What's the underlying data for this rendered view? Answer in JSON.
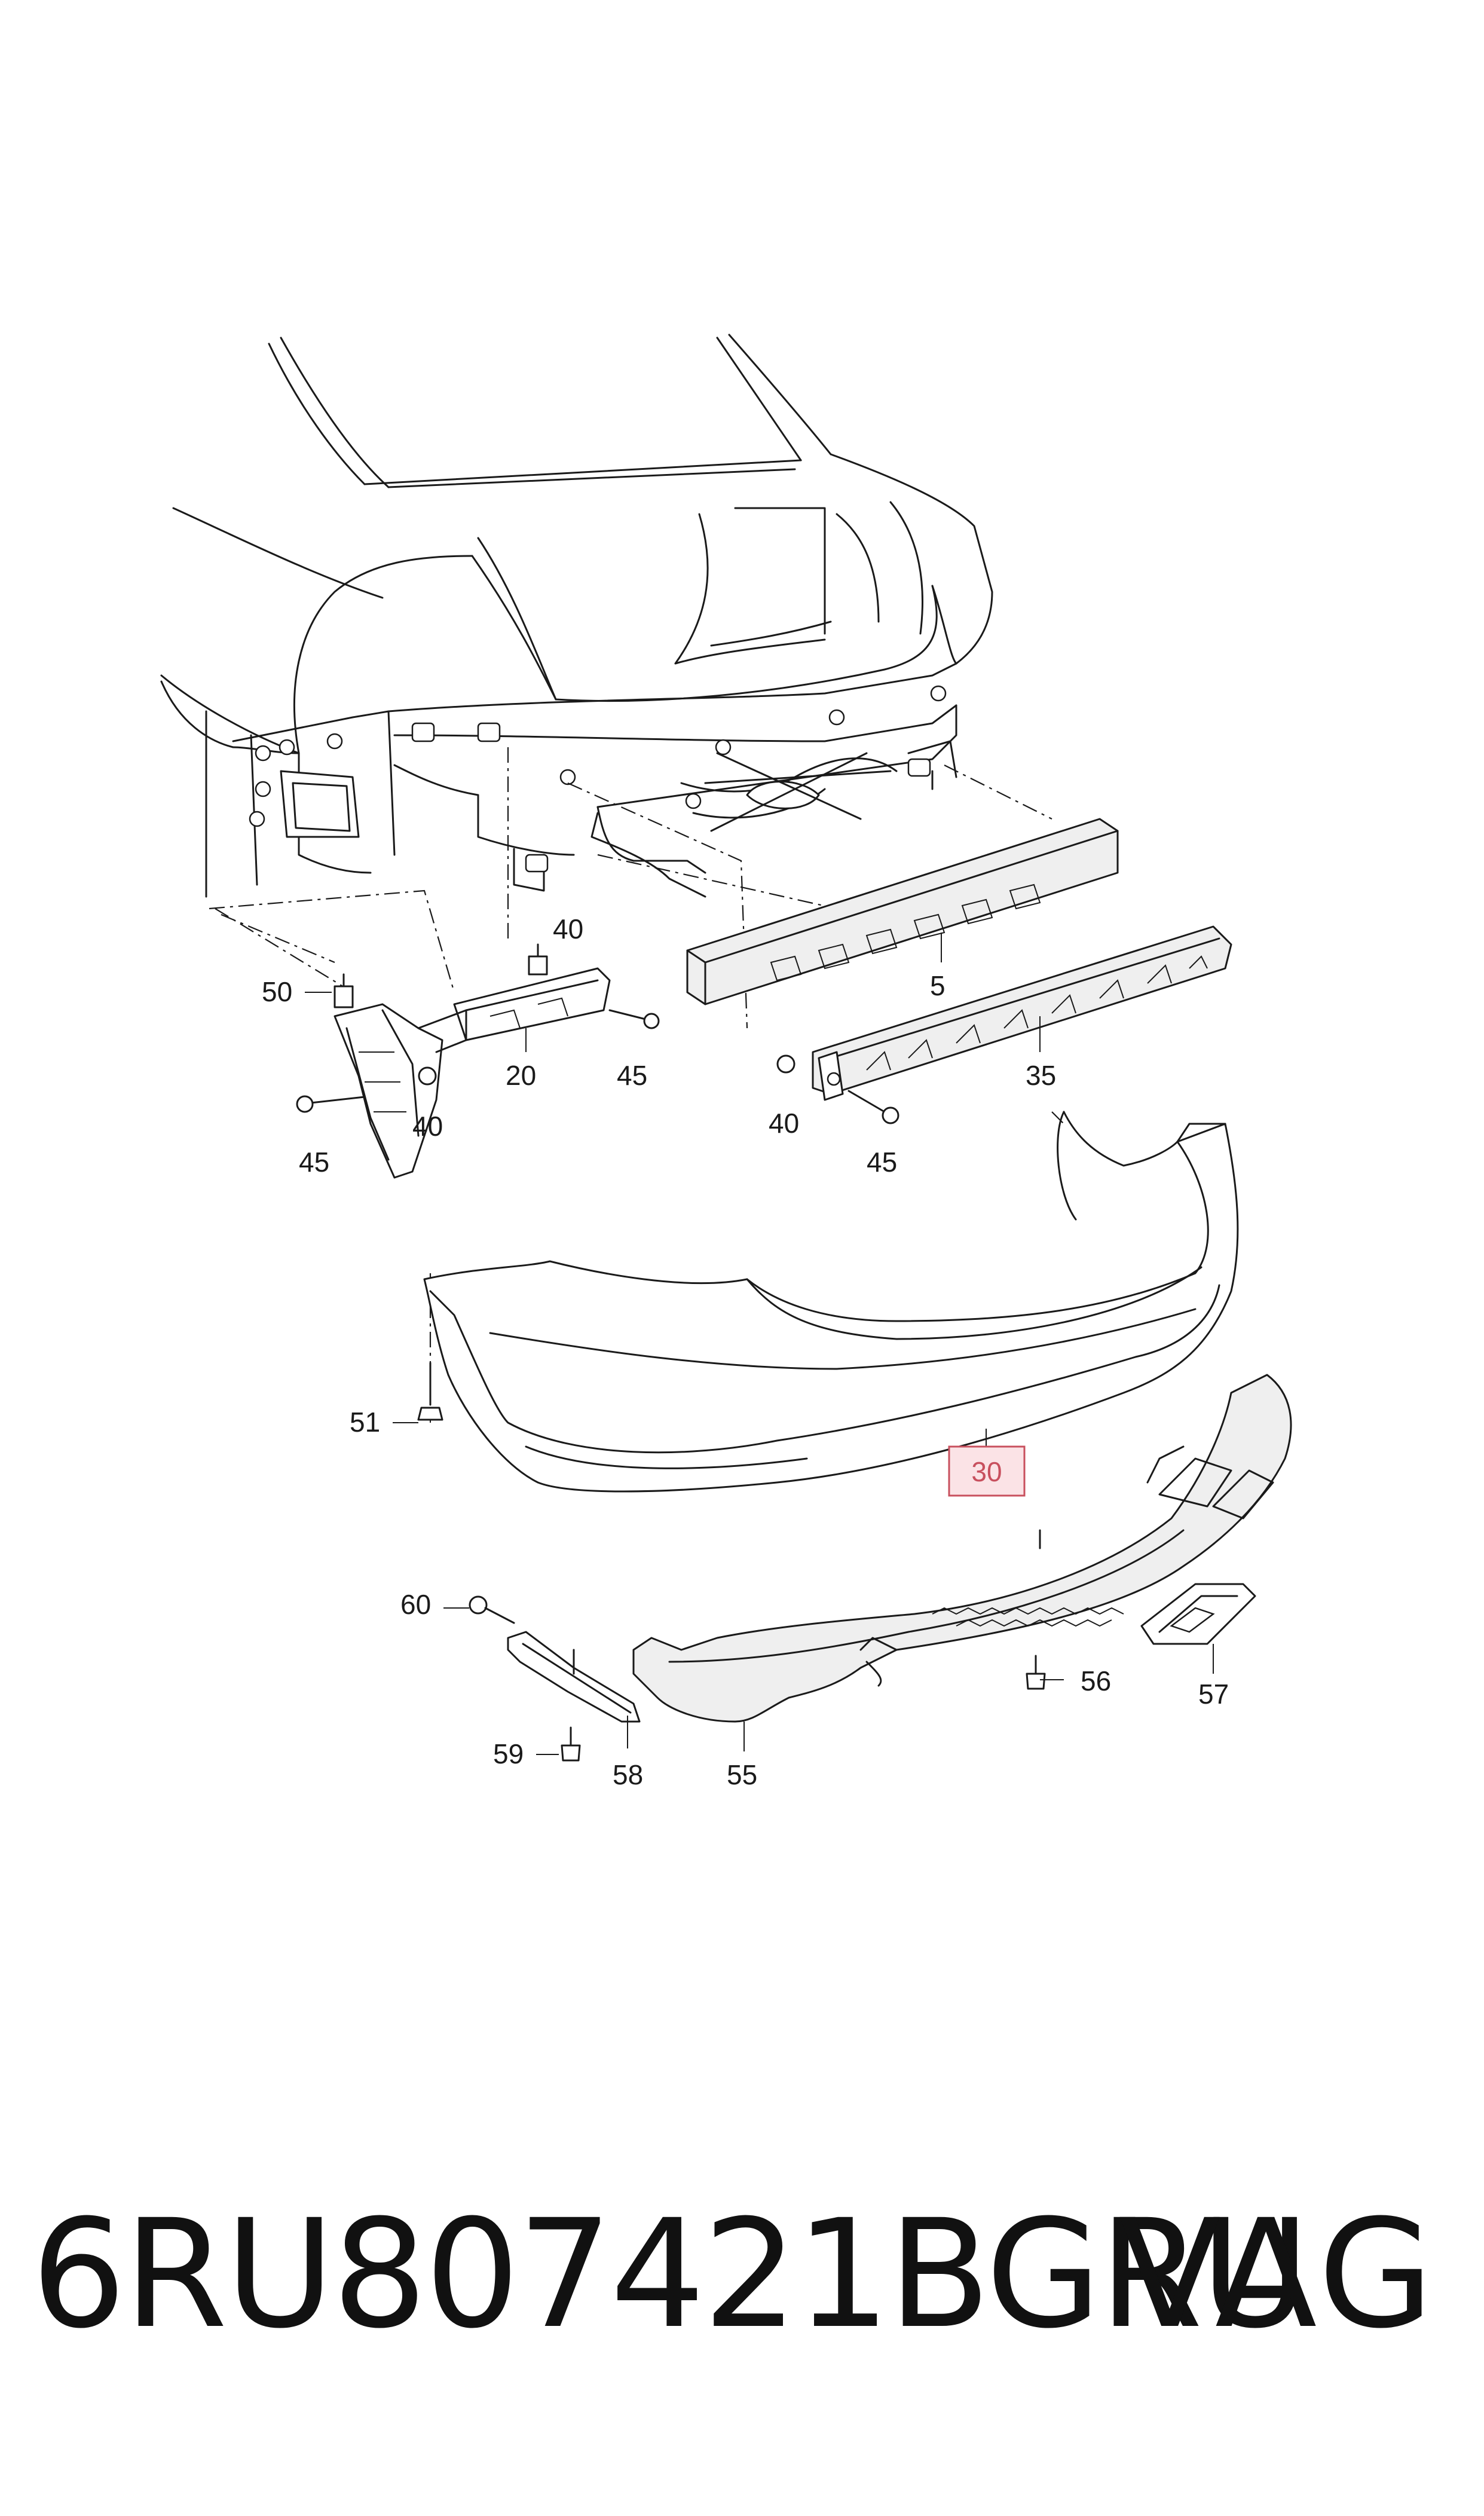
{
  "callouts": {
    "c5": "5",
    "c20": "20",
    "c30": "30",
    "c35": "35",
    "c40a": "40",
    "c40b": "40",
    "c40c": "40",
    "c45a": "45",
    "c45b": "45",
    "c45c": "45",
    "c50": "50",
    "c51": "51",
    "c55": "55",
    "c56": "56",
    "c57": "57",
    "c58": "58",
    "c59": "59",
    "c60": "60"
  },
  "highlight_color": "#c8505e",
  "footer": {
    "part_number": "6RU807421BGRU",
    "brand": "VAG"
  }
}
